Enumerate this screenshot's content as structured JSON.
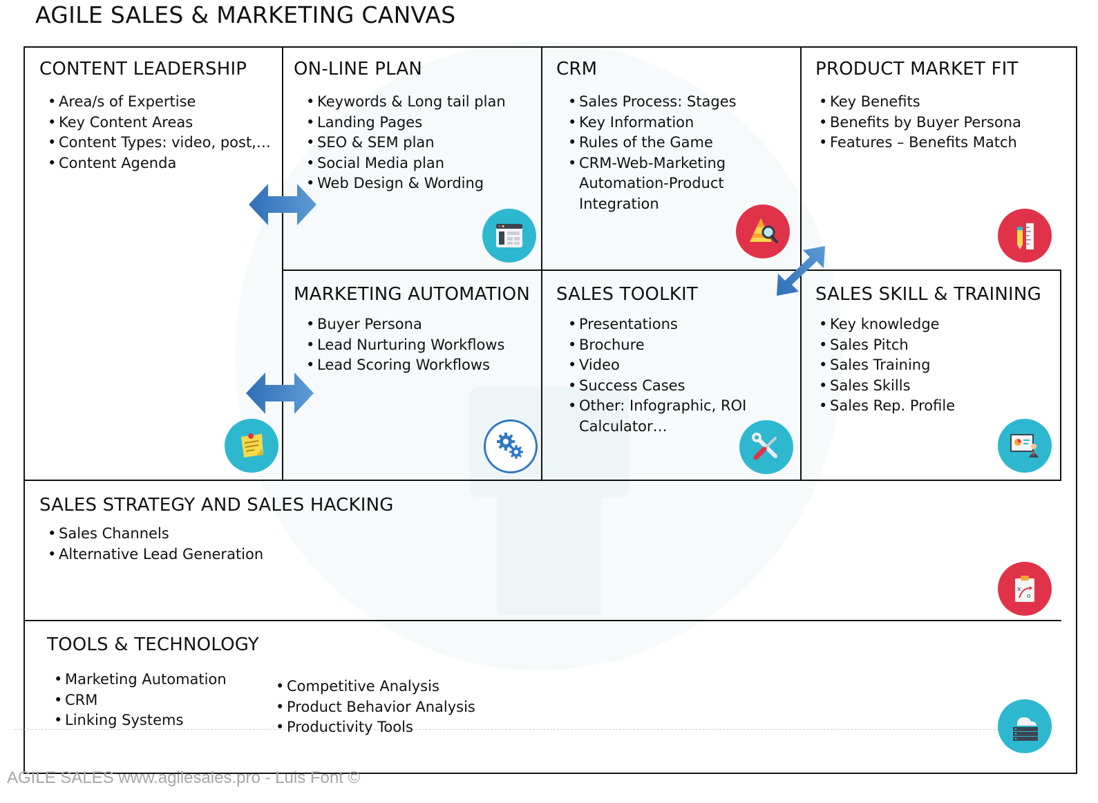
{
  "title": "AGILE SALES & MARKETING CANVAS",
  "footer": "AGILE SALES www.agilesales.pro - Luis Font ©",
  "blocks": {
    "content_leadership": {
      "title": "CONTENT LEADERSHIP",
      "items": [
        "Area/s of Expertise",
        "Key Content Areas",
        "Content Types: video, post,…",
        "Content Agenda"
      ],
      "icon": "sticky-note-icon"
    },
    "online_plan": {
      "title": "ON-LINE PLAN",
      "items": [
        "Keywords & Long tail plan",
        "Landing Pages",
        "SEO & SEM plan",
        "Social Media plan",
        "Web Design & Wording"
      ],
      "icon": "web-page-icon"
    },
    "crm": {
      "title": "CRM",
      "items": [
        "Sales Process: Stages",
        "Key Information",
        "Rules of the Game",
        "CRM-Web-Marketing",
        "Automation-Product",
        "Integration"
      ],
      "icon": "pyramid-magnifier-icon"
    },
    "product_market_fit": {
      "title": "PRODUCT MARKET FIT",
      "items": [
        "Key Benefits",
        "Benefits by Buyer Persona",
        "Features – Benefits Match"
      ],
      "icon": "pencil-ruler-icon"
    },
    "marketing_automation": {
      "title": "MARKETING AUTOMATION",
      "items": [
        "Buyer Persona",
        "Lead Nurturing Workflows",
        "Lead Scoring Workflows"
      ],
      "icon": "gears-icon"
    },
    "sales_toolkit": {
      "title": "SALES TOOLKIT",
      "items": [
        "Presentations",
        "Brochure",
        "Video",
        "Success Cases",
        "Other: Infographic, ROI",
        "Calculator…"
      ],
      "icon": "wrench-screwdriver-icon"
    },
    "sales_skill_training": {
      "title": "SALES SKILL & TRAINING",
      "items": [
        "Key knowledge",
        "Sales Pitch",
        "Sales Training",
        "Sales Skills",
        "Sales Rep. Profile"
      ],
      "icon": "presenter-icon"
    },
    "sales_strategy": {
      "title": "SALES STRATEGY AND SALES HACKING",
      "items": [
        "Sales Channels",
        "Alternative Lead Generation"
      ],
      "icon": "strategy-clipboard-icon"
    },
    "tools_technology": {
      "title": "TOOLS & TECHNOLOGY",
      "items_left": [
        "Marketing Automation",
        "CRM",
        "Linking Systems"
      ],
      "items_right": [
        "Competitive Analysis",
        "Product Behavior Analysis",
        "Productivity Tools"
      ],
      "icon": "cloud-server-icon"
    }
  },
  "colors": {
    "icon_teal": "#2eb8cf",
    "icon_red": "#e0334a",
    "arrow_blue": "#3f7fc4",
    "border": "#111111"
  }
}
